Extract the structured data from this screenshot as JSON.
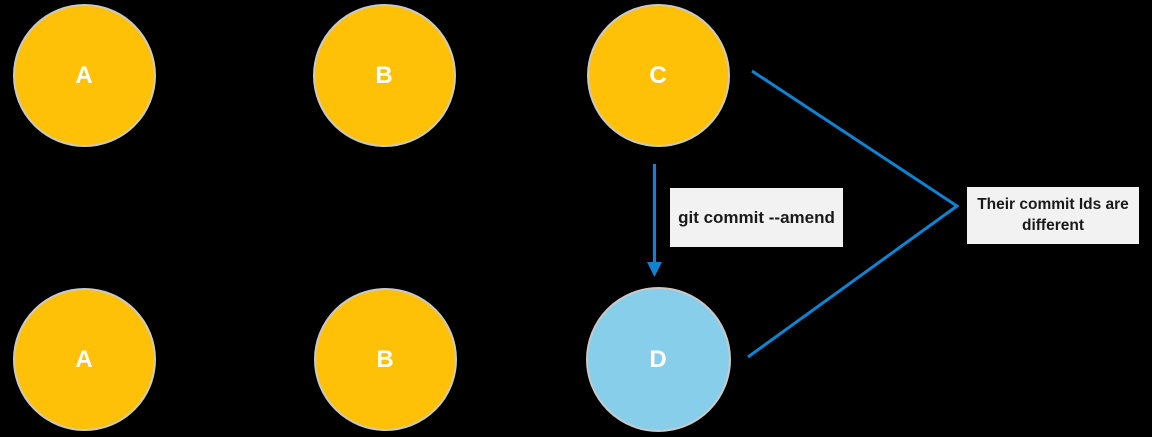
{
  "colors": {
    "background": "#000000",
    "commit_node_yellow": "#FFC107",
    "amended_node_blue": "#87CEEB",
    "node_border_gray": "#C9C9C9",
    "node_label_white": "#FFFFFF",
    "arrow_blue": "#1082D2",
    "callout_bg": "#F2F2F2",
    "callout_text": "#1A1A1A"
  },
  "nodes": {
    "top_a": {
      "label": "A"
    },
    "top_b": {
      "label": "B"
    },
    "top_c": {
      "label": "C"
    },
    "bottom_a": {
      "label": "A"
    },
    "bottom_b": {
      "label": "B"
    },
    "bottom_d": {
      "label": "D"
    }
  },
  "callouts": {
    "amend_command": "git commit --amend",
    "ids_note": "Their commit Ids are different"
  }
}
